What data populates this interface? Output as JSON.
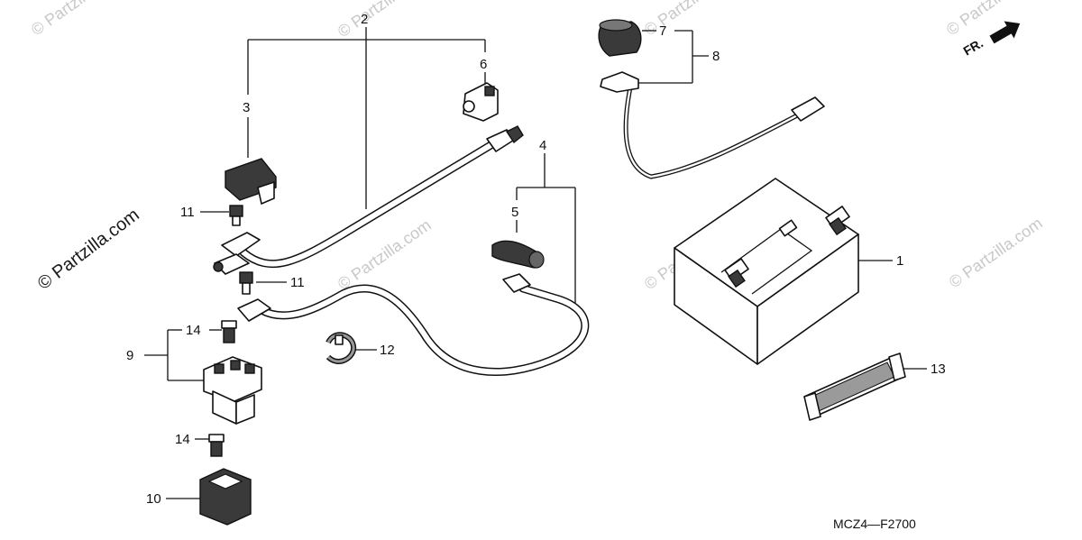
{
  "watermark": {
    "main": "© Partzilla.com",
    "faint": "© Partzilla.com"
  },
  "callouts": {
    "c1": "1",
    "c2": "2",
    "c3": "3",
    "c4": "4",
    "c5": "5",
    "c6": "6",
    "c7": "7",
    "c8": "8",
    "c9": "9",
    "c10": "10",
    "c11a": "11",
    "c11b": "11",
    "c12": "12",
    "c13": "13",
    "c14a": "14",
    "c14b": "14"
  },
  "direction_label": "FR.",
  "diagram_code": "MCZ4—F2700",
  "icons": {
    "direction": "arrow-right-icon"
  },
  "colors": {
    "line": "#111111",
    "watermark": "#c8c8c8",
    "background": "#ffffff"
  }
}
